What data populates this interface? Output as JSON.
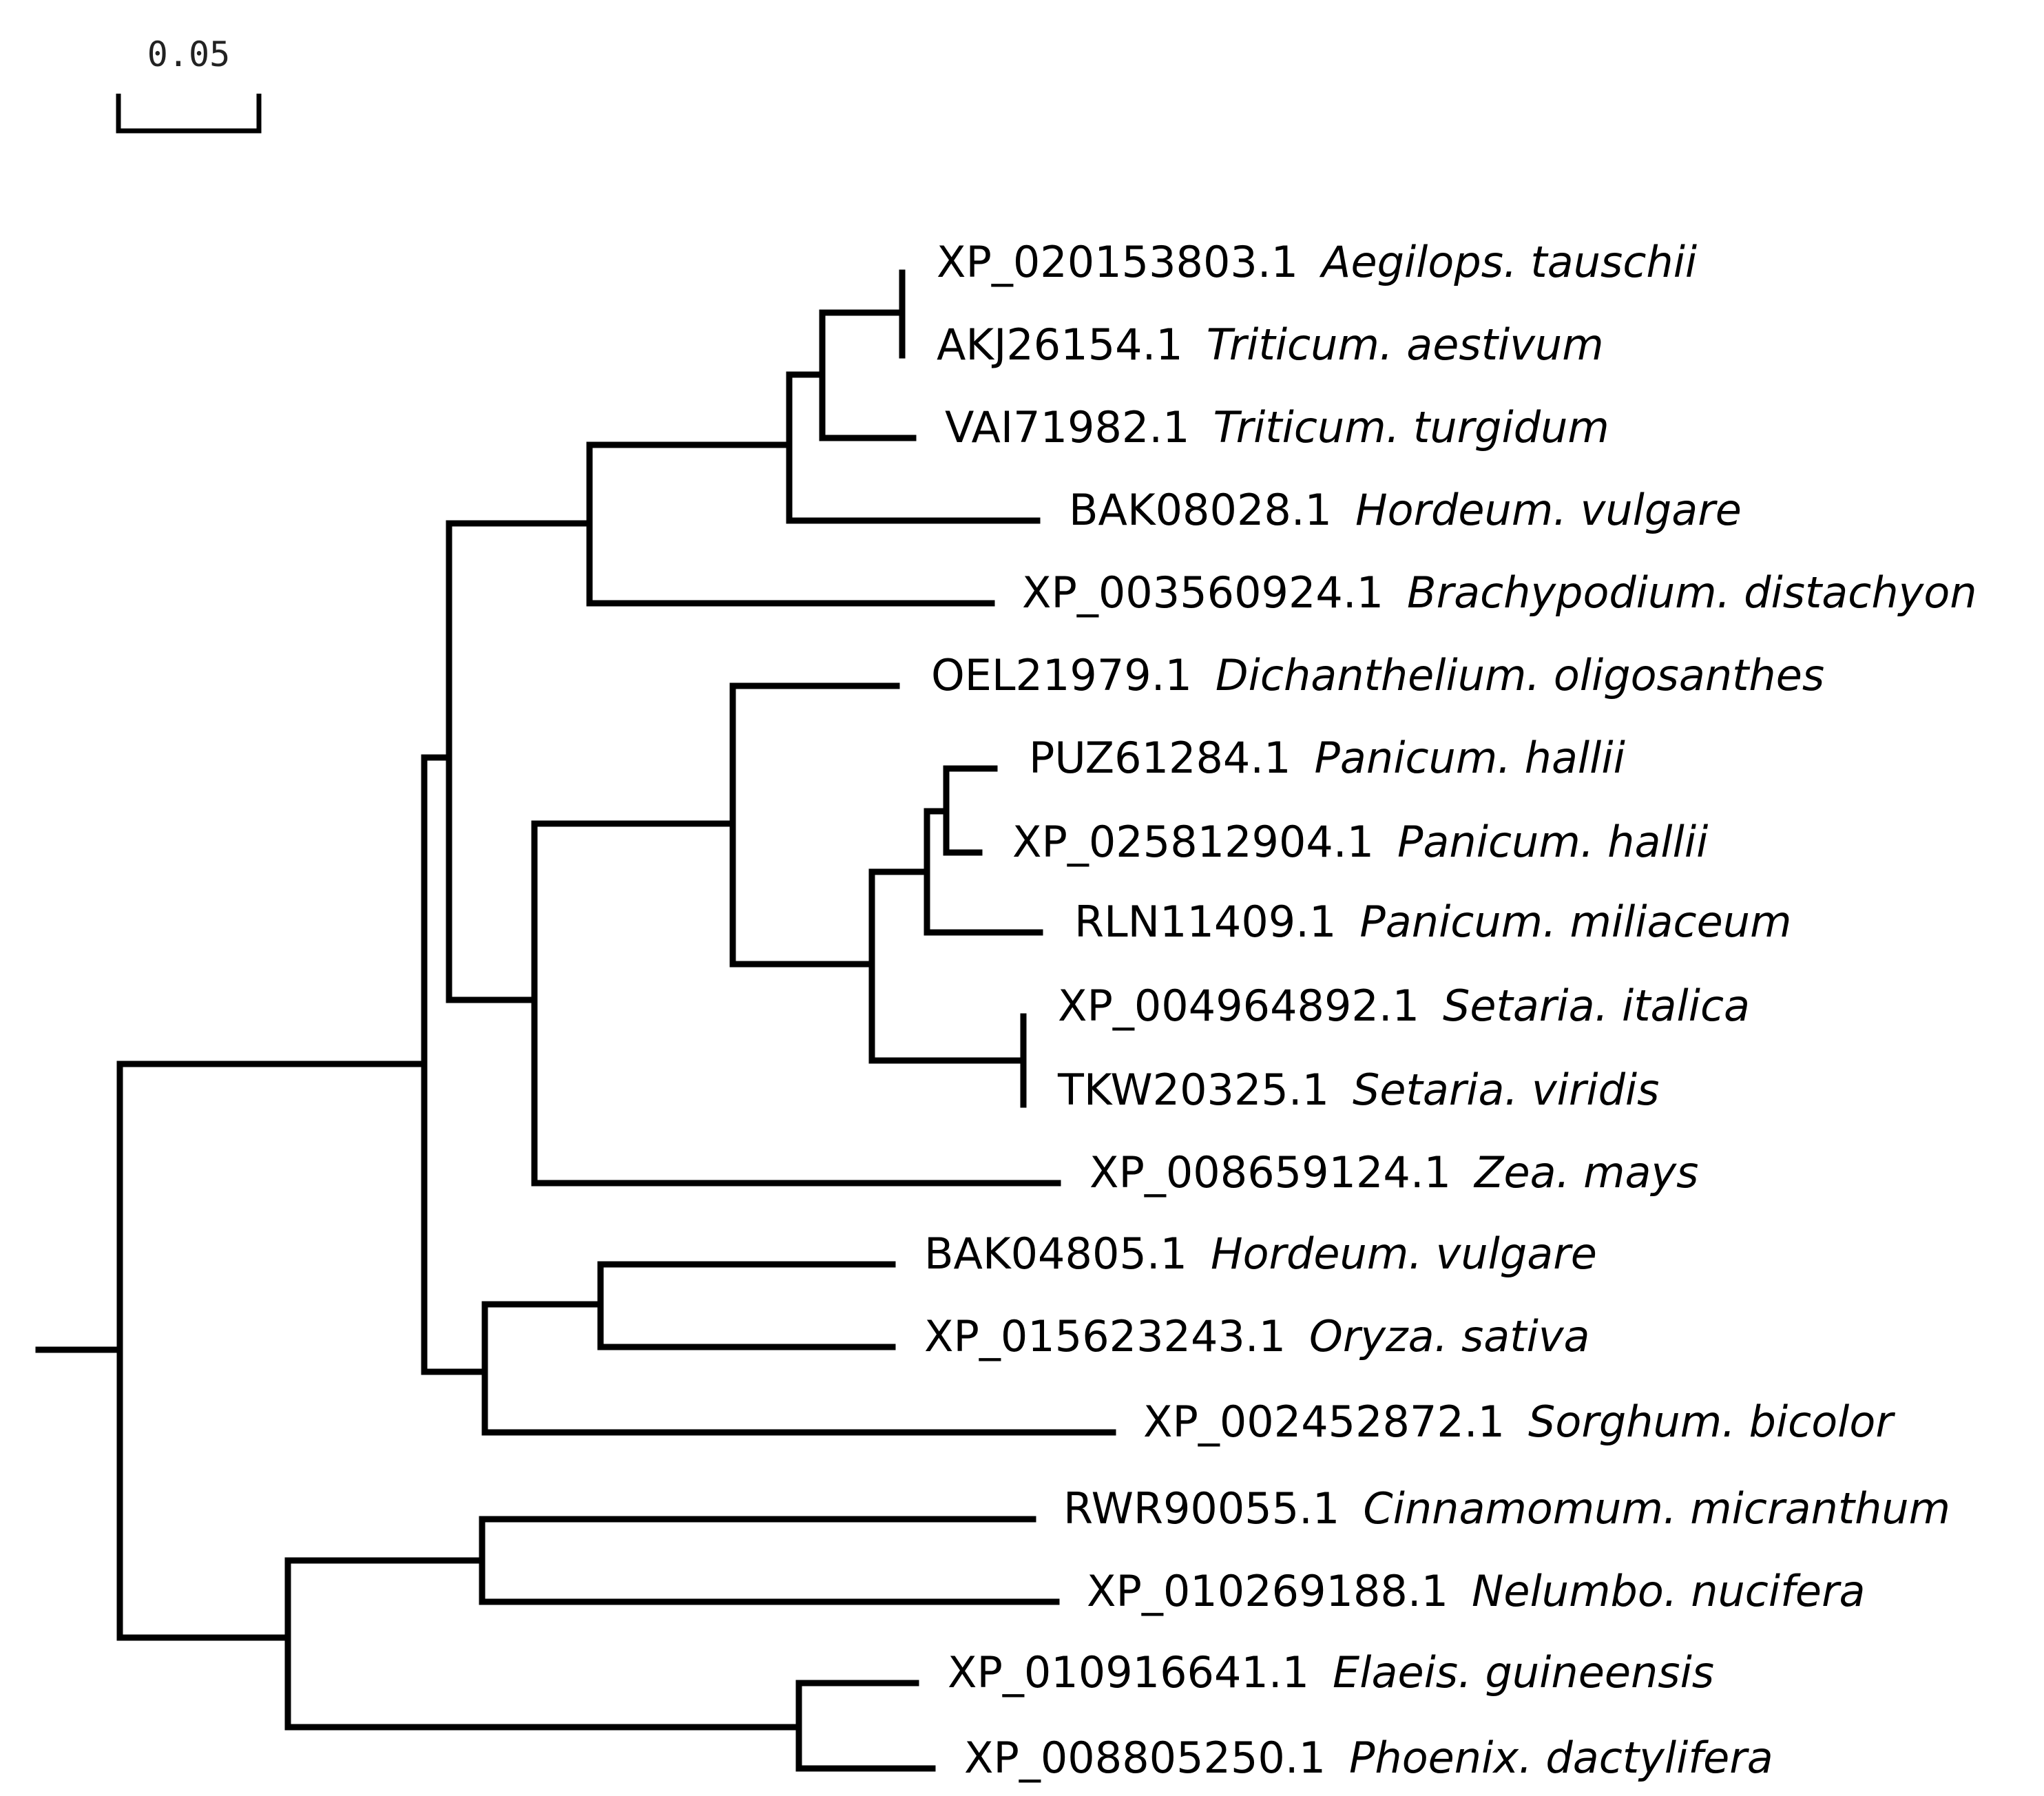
{
  "scale_bar": {
    "label": "0.05",
    "value": 0.05
  },
  "leaves": [
    {
      "accession": "XP_020153803.1",
      "species": "Aegilops. tauschii"
    },
    {
      "accession": "AKJ26154.1",
      "species": "Triticum. aestivum"
    },
    {
      "accession": "VAI71982.1",
      "species": "Triticum. turgidum"
    },
    {
      "accession": "BAK08028.1",
      "species": "Hordeum. vulgare"
    },
    {
      "accession": "XP_003560924.1",
      "species": "Brachypodium. distachyon"
    },
    {
      "accession": "OEL21979.1",
      "species": "Dichanthelium. oligosanthes"
    },
    {
      "accession": "PUZ61284.1",
      "species": "Panicum. hallii"
    },
    {
      "accession": "XP_025812904.1",
      "species": "Panicum. hallii"
    },
    {
      "accession": "RLN11409.1",
      "species": "Panicum. miliaceum"
    },
    {
      "accession": "XP_004964892.1",
      "species": "Setaria. italica"
    },
    {
      "accession": "TKW20325.1",
      "species": "Setaria. viridis"
    },
    {
      "accession": "XP_008659124.1",
      "species": "Zea. mays"
    },
    {
      "accession": "BAK04805.1",
      "species": "Hordeum. vulgare"
    },
    {
      "accession": "XP_015623243.1",
      "species": "Oryza. sativa"
    },
    {
      "accession": "XP_002452872.1",
      "species": "Sorghum. bicolor"
    },
    {
      "accession": "RWR90055.1",
      "species": "Cinnamomum. micranthum"
    },
    {
      "accession": "XP_010269188.1",
      "species": "Nelumbo. nucifera"
    },
    {
      "accession": "XP_010916641.1",
      "species": "Elaeis. guineensis"
    },
    {
      "accession": "XP_008805250.1",
      "species": "Phoenix. dactylifera"
    }
  ]
}
